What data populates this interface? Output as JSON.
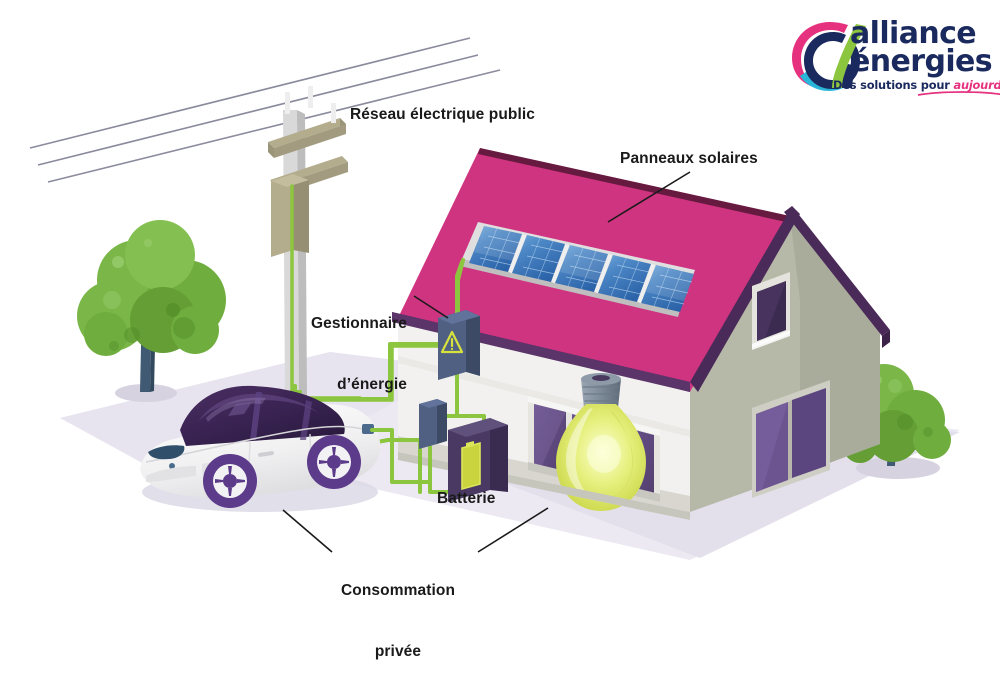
{
  "graphic": {
    "kind": "isometric-infographic",
    "subject": "Installation photovoltaïque résidentielle avec autoconsommation",
    "background_color": "#ffffff"
  },
  "logo": {
    "brand_line1": "alliance",
    "brand_line2": "énergies",
    "tagline_prefix": "Des solutions pour ",
    "tagline_accent": "aujourd’hui",
    "colors": {
      "navy": "#1b2a5e",
      "pink": "#e6317f",
      "green": "#8cc63e",
      "cyan": "#29b6d8"
    }
  },
  "labels": {
    "grid": "Réseau électrique public",
    "panels": "Panneaux solaires",
    "manager_line1": "Gestionnaire",
    "manager_line2": "d’énergie",
    "battery": "Batterie",
    "consumption_line1": "Consommation",
    "consumption_line2": "privée"
  },
  "palette": {
    "roof_pink": "#cf3481",
    "roof_edge_purple": "#4a2a58",
    "wall_light": "#f1f0ee",
    "wall_sage": "#b4b6a5",
    "wall_sage_dark": "#a0a392",
    "ground": "#e9e7ef",
    "ground_shadow": "#dedbe7",
    "cable_green": "#8cc63e",
    "panel_blue": "#3f7fc1",
    "panel_blue_dark": "#2f6bb0",
    "panel_frame": "#e8e8e8",
    "box_slate": "#4a5b78",
    "box_purple": "#4a3a63",
    "bulb_yellow": "#dde85e",
    "car_white": "#f4f4f4",
    "car_glass": "#3b2450",
    "wheel_purple": "#5c3b8a",
    "tree_green": "#7ab648",
    "tree_green_dark": "#5f9e33",
    "trunk_blue": "#3f5a72",
    "pole_khaki": "#b3ad8e",
    "pole_gray": "#d8d8d8",
    "wire_gray": "#8b8b9e",
    "warning_yellow": "#d8e23c"
  },
  "components": {
    "solar_panels": {
      "count": 5,
      "label": "Panneaux solaires"
    },
    "energy_manager": {
      "icon": "warning-triangle-icon",
      "label": "Gestionnaire d’énergie"
    },
    "battery": {
      "icon": "battery-icon",
      "label": "Batterie"
    },
    "junction_box": {
      "icon": "junction-box"
    },
    "light_bulb": {
      "state": "on"
    },
    "electric_car": {
      "charging": true
    },
    "utility_pole": {
      "crossarms": 2,
      "wires": 3
    }
  }
}
